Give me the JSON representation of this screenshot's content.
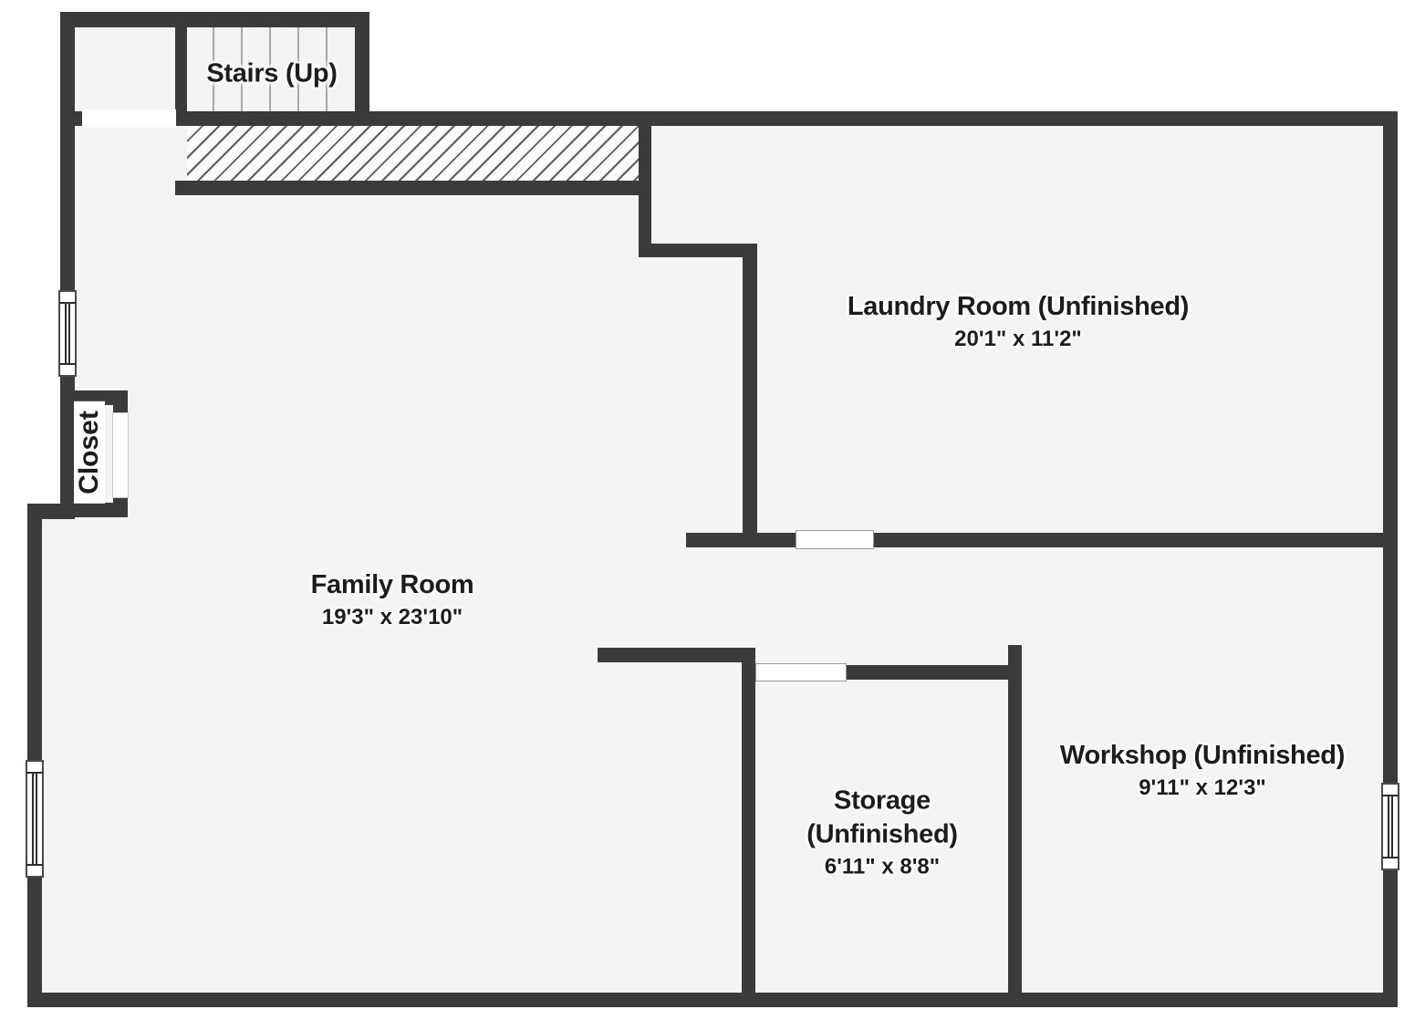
{
  "colors": {
    "wall": "#3b3b3b",
    "floor": "#f4f4f4",
    "text": "#1c1c1c",
    "tread": "#a8a8a8",
    "hatch_line": "#5c5c5c"
  },
  "rooms": {
    "stairs": {
      "label": "Stairs (Up)"
    },
    "closet": {
      "label": "Closet"
    },
    "family": {
      "name": "Family Room",
      "dims": "19'3\" x 23'10\""
    },
    "laundry": {
      "name": "Laundry Room (Unfinished)",
      "dims": "20'1\" x 11'2\""
    },
    "storage": {
      "name_line1": "Storage",
      "name_line2": "(Unfinished)",
      "dims": "6'11\" x 8'8\""
    },
    "workshop": {
      "name": "Workshop (Unfinished)",
      "dims": "9'11\" x 12'3\""
    }
  }
}
